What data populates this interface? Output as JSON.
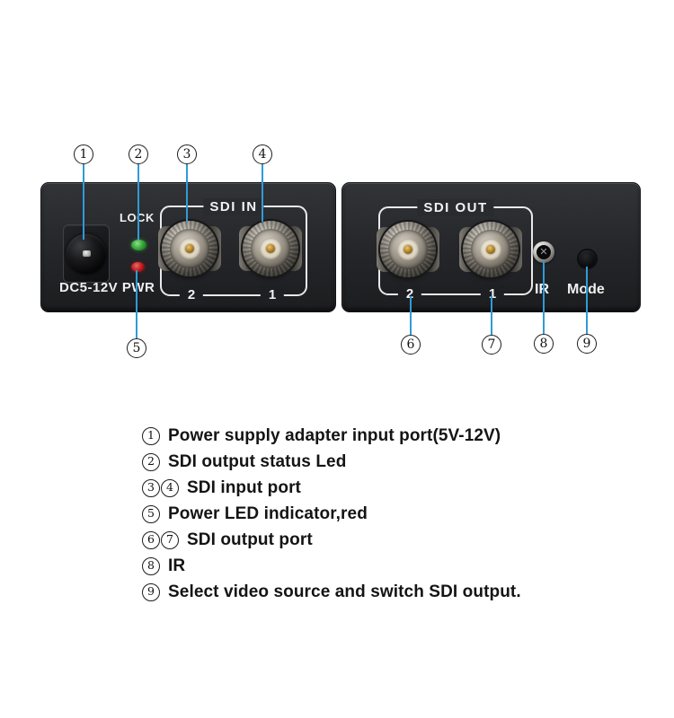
{
  "colors": {
    "leader_line": "#2f9bd8",
    "panel_bg": "#232427",
    "led_green": "#3aa93c",
    "led_red": "#c01b1e",
    "silkscreen": "#f0f0f0",
    "legend_text": "#141414"
  },
  "left_panel": {
    "lock_label": "LOCK",
    "dc_label": "DC5-12V PWR",
    "group_label": "SDI IN",
    "port_labels": [
      "2",
      "1"
    ]
  },
  "right_panel": {
    "group_label": "SDI OUT",
    "port_labels": [
      "2",
      "1"
    ],
    "ir_label": "IR",
    "mode_label": "Mode"
  },
  "ir_glyph": "✕",
  "callouts": [
    "1",
    "2",
    "3",
    "4",
    "5",
    "6",
    "7",
    "8",
    "9"
  ],
  "legend": {
    "items": [
      {
        "nums": [
          "1"
        ],
        "text": "Power supply adapter input port(5V-12V)"
      },
      {
        "nums": [
          "2"
        ],
        "text": "SDI output status Led"
      },
      {
        "nums": [
          "3",
          "4"
        ],
        "text": "SDI input port"
      },
      {
        "nums": [
          "5"
        ],
        "text": "Power LED indicator,red"
      },
      {
        "nums": [
          "6",
          "7"
        ],
        "text": "SDI output port"
      },
      {
        "nums": [
          "8"
        ],
        "text": "IR"
      },
      {
        "nums": [
          "9"
        ],
        "text": "Select video source and switch SDI output."
      }
    ]
  }
}
